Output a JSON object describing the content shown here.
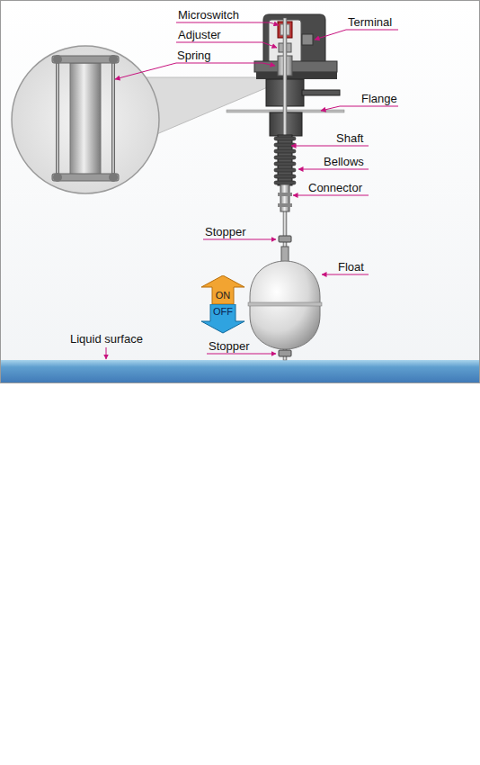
{
  "diagram": {
    "nodes": [
      {
        "text": [
          "ON"
        ]
      },
      {
        "text": [
          "OFF"
        ]
      }
    ],
    "labels": [
      "Microswitch",
      "Terminal",
      "Adjuster",
      "Spring",
      "Flange",
      "Shaft",
      "Bellows",
      "Connector",
      "Stopper",
      "Float",
      "Liquid surface",
      "Stopper"
    ]
  }
}
